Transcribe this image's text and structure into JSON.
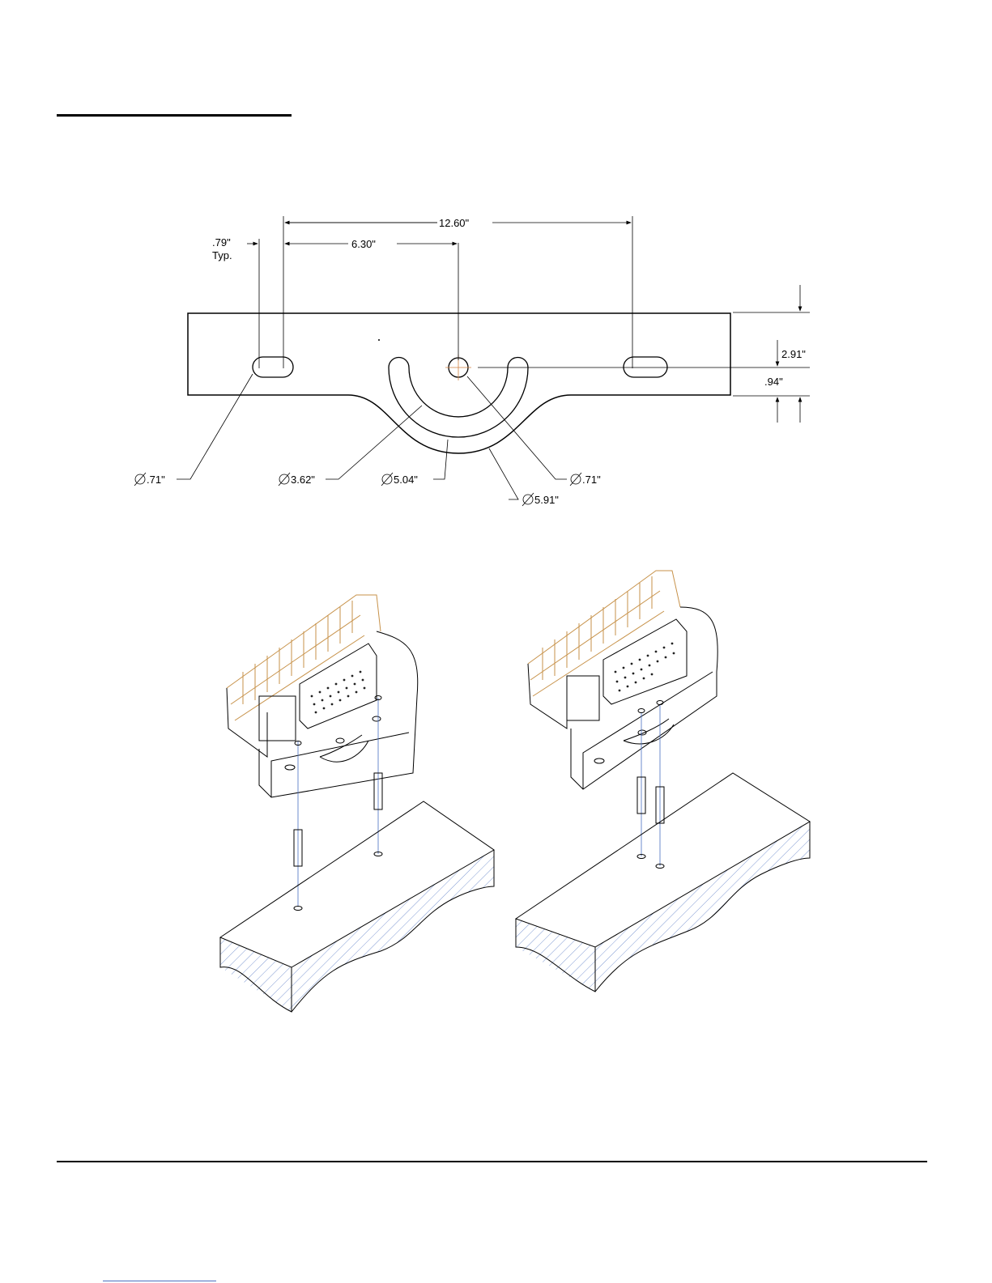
{
  "dimensions": {
    "overall_width": "12.60\"",
    "half_width": "6.30\"",
    "slot_offset": ".79\"",
    "slot_offset_note": "Typ.",
    "height": "2.91\"",
    "hole_offset": ".94\"",
    "slot_dia": ".71\"",
    "inner_arc_dia": "3.62\"",
    "slot_arc_dia": "5.04\"",
    "outer_arc_dia": "5.91\"",
    "center_hole_dia": ".71\""
  },
  "colors": {
    "line": "#000000",
    "hatch": "#4a6fc0",
    "fins": "#c7924a"
  }
}
